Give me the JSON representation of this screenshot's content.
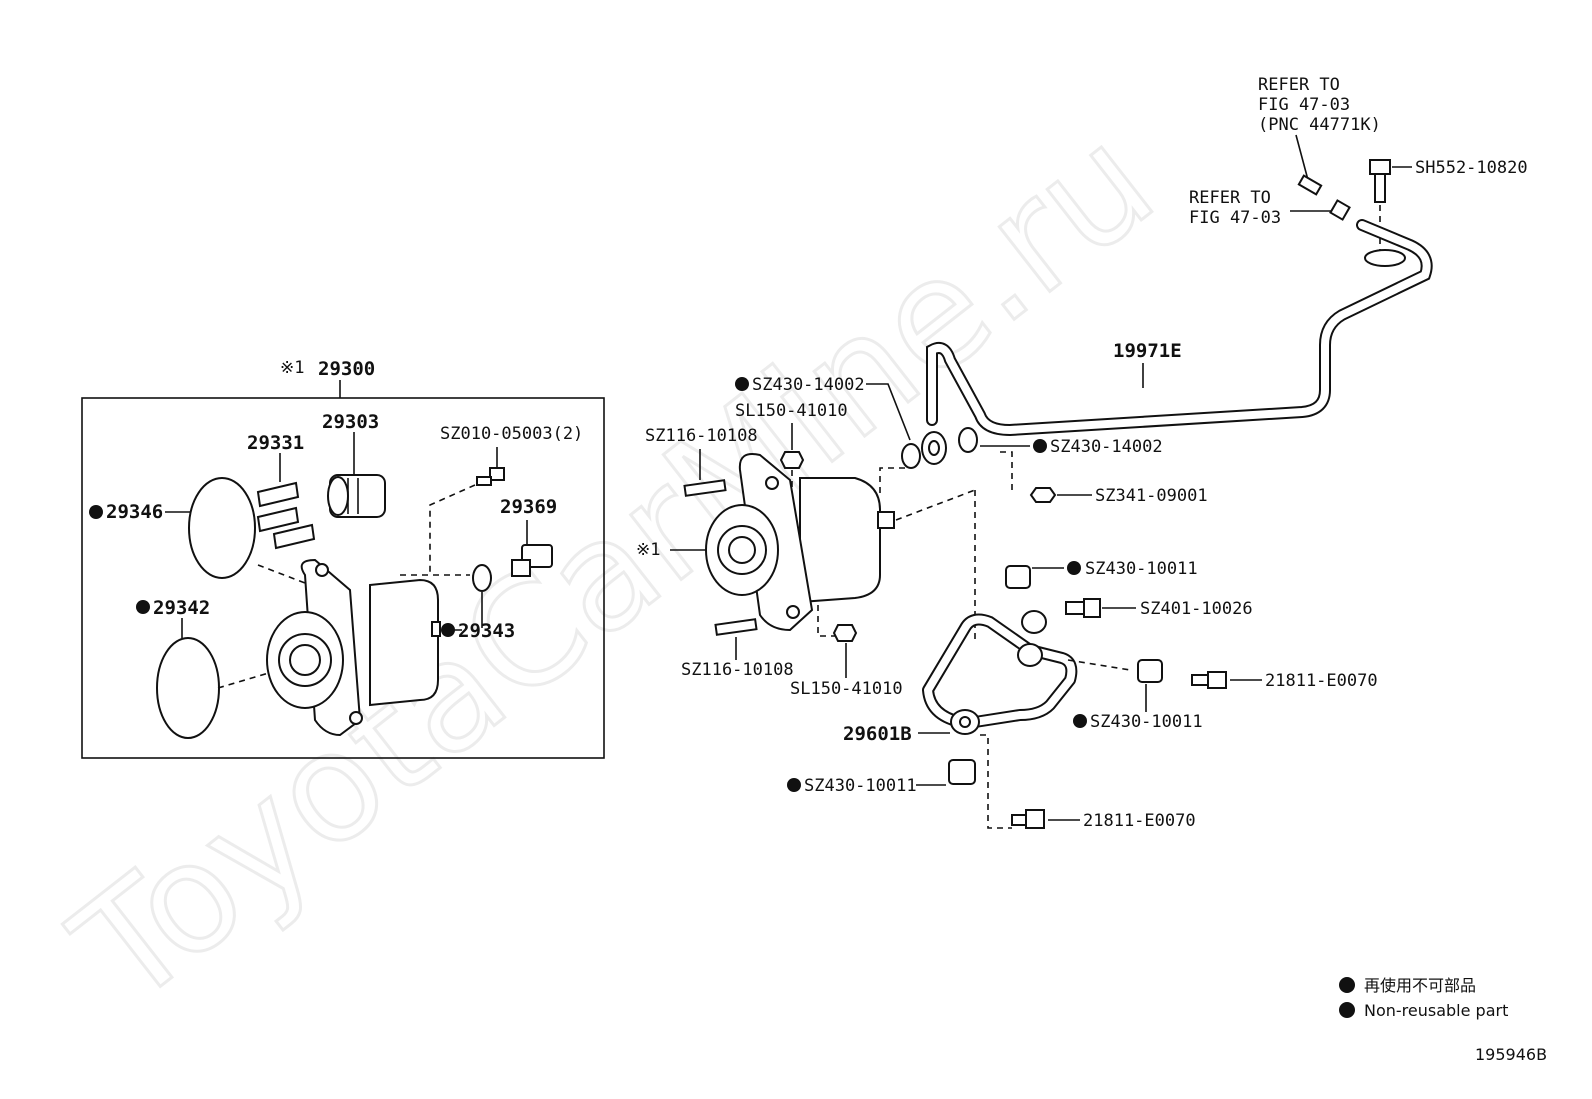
{
  "watermark": "ToyotaCarMine.ru",
  "assembly": {
    "symbol": "※1",
    "part_no": "29300",
    "components": {
      "p29303": "29303",
      "p29331": "29331",
      "p29346": "29346",
      "p29342": "29342",
      "sz010": "SZ010-05003(2)",
      "p29369": "29369",
      "p29343": "29343"
    }
  },
  "labels": {
    "refer_top_1": "REFER TO",
    "refer_top_2": "FIG 47-03",
    "refer_top_3": "(PNC 44771K)",
    "refer_mid_1": "REFER TO",
    "refer_mid_2": "FIG 47-03",
    "sh552": "SH552-10820",
    "p19971e": "19971E",
    "sz430_14002_a": "SZ430-14002",
    "sl150_top": "SL150-41010",
    "sz116_top": "SZ116-10108",
    "sz430_14002_b": "SZ430-14002",
    "sz341": "SZ341-09001",
    "ref1": "※1",
    "sz430_10011_a": "SZ430-10011",
    "sz401": "SZ401-10026",
    "sz116_bot": "SZ116-10108",
    "sl150_bot": "SL150-41010",
    "p21811_a": "21811-E0070",
    "p29601b": "29601B",
    "sz430_10011_b": "SZ430-10011",
    "sz430_10011_c": "SZ430-10011",
    "p21811_b": "21811-E0070"
  },
  "legend": {
    "jp": "再使用不可部品",
    "en": "Non-reusable part"
  },
  "figure_id": "195946B",
  "colors": {
    "line": "#111111",
    "watermark": "#ececec"
  }
}
